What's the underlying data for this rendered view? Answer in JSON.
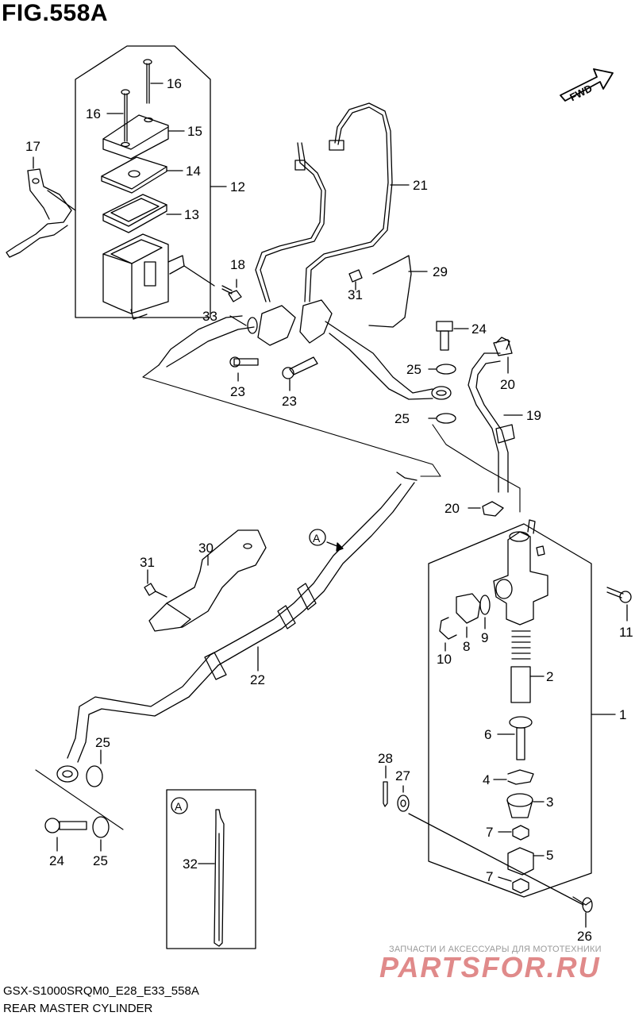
{
  "figure": {
    "title": "FIG.558A",
    "drawing_code": "GSX-S1000SRQM0_E28_E33_558A",
    "caption": "REAR MASTER CYLINDER",
    "fwd_label": "FWD",
    "ref_label": "A"
  },
  "watermark": {
    "tagline": "ЗАПЧАСТИ И АКСЕССУАРЫ ДЛЯ МОТОТЕХНИКИ",
    "logo": "PARTSFOR.RU"
  },
  "callouts": {
    "c1": "1",
    "c2": "2",
    "c3": "3",
    "c4": "4",
    "c5": "5",
    "c6": "6",
    "c7a": "7",
    "c7b": "7",
    "c8": "8",
    "c9": "9",
    "c10": "10",
    "c11": "11",
    "c12": "12",
    "c13": "13",
    "c14": "14",
    "c15": "15",
    "c16a": "16",
    "c16b": "16",
    "c17": "17",
    "c18": "18",
    "c19": "19",
    "c20a": "20",
    "c20b": "20",
    "c21": "21",
    "c22": "22",
    "c23a": "23",
    "c23b": "23",
    "c24a": "24",
    "c24b": "24",
    "c25a": "25",
    "c25b": "25",
    "c25c": "25",
    "c25d": "25",
    "c26": "26",
    "c27": "27",
    "c28": "28",
    "c29": "29",
    "c30": "30",
    "c31a": "31",
    "c31b": "31",
    "c32": "32",
    "c33": "33"
  }
}
